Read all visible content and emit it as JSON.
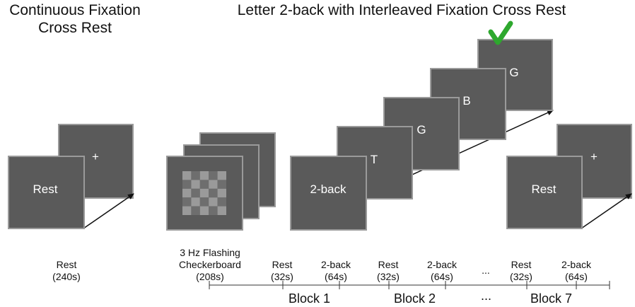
{
  "titles": {
    "left": "Continuous Fixation\nCross Rest",
    "right": "Letter 2-back with Interleaved Fixation Cross Rest"
  },
  "screens": {
    "left_rest_back": "+",
    "left_rest_front": "Rest",
    "nback_1": "2-back",
    "nback_2": "T",
    "nback_3": "G",
    "nback_4": "B",
    "nback_5": "G",
    "right_rest_back": "+",
    "right_rest_front": "Rest"
  },
  "timeline": {
    "rest_total": "Rest\n(240s)",
    "checkerboard": "3 Hz Flashing\nCheckerboard\n(208s)",
    "rest_1": "Rest\n(32s)",
    "nback_1": "2-back\n(64s)",
    "rest_2": "Rest\n(32s)",
    "nback_2": "2-back\n(64s)",
    "ellipsis": "...",
    "rest_7": "Rest\n(32s)",
    "nback_7": "2-back\n(64s)",
    "block_1": "Block 1",
    "block_2": "Block 2",
    "block_ellipsis": "...",
    "block_7": "Block 7"
  },
  "colors": {
    "screen_fill": "#5a5a5a",
    "screen_border": "#9a9a9a",
    "checkmark": "#2ea82e",
    "ink": "#111111"
  }
}
